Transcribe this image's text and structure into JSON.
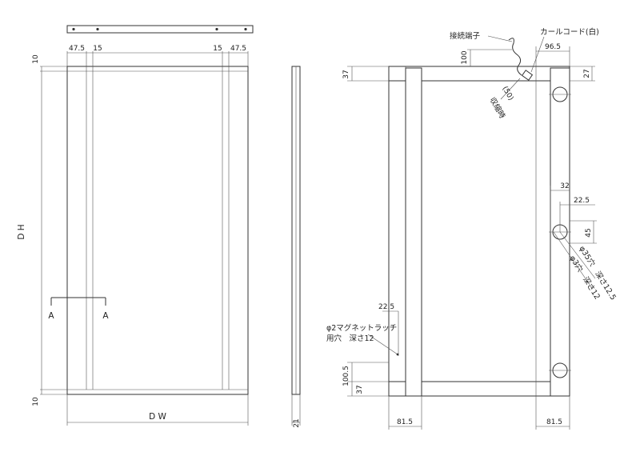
{
  "front_view": {
    "dims": {
      "d47_5_l": "47.5",
      "d15_l": "15",
      "d15_r": "15",
      "d47_5_r": "47.5",
      "d10_top": "10",
      "d10_bot": "10",
      "dh": "D H",
      "dw": "D W",
      "section_a_left": "A",
      "section_a_right": "A"
    }
  },
  "side_view": {
    "dims": {
      "d21": "21"
    }
  },
  "detail_view": {
    "labels": {
      "connector": "接続端子",
      "curl_cord": "カールコード(白)",
      "stored": "収縮時",
      "magnet_line1": "φ2マグネットラッチ",
      "magnet_line2": "用穴　深さ12",
      "hole35": "φ35穴　深さ12.5",
      "hole3": "φ3穴　深さ12"
    },
    "dims": {
      "d100_top": "100",
      "d96_5": "96.5",
      "d27": "27",
      "d37_top": "37",
      "d50": "(50)",
      "d32": "32",
      "d22_5_r": "22.5",
      "d45": "45",
      "d22_5_l": "22.5",
      "d100_5": "100.5",
      "d37_bot": "37",
      "d81_5_l": "81.5",
      "d81_5_r": "81.5"
    }
  }
}
